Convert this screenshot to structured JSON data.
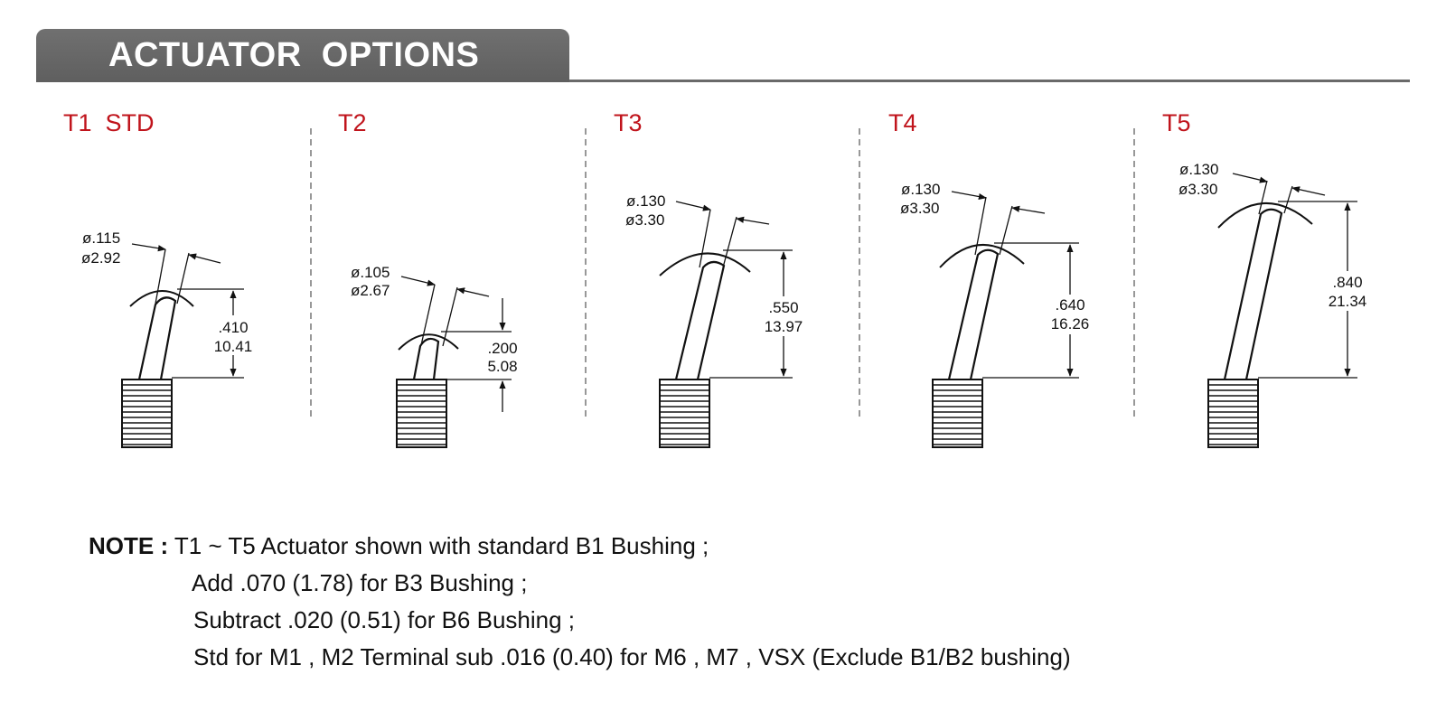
{
  "header": {
    "title": "ACTUATOR  OPTIONS"
  },
  "options": [
    {
      "label": "T1  STD",
      "diameter_in": "ø.115",
      "diameter_mm": "ø2.92",
      "height_in": ".410",
      "height_mm": "10.41"
    },
    {
      "label": "T2",
      "diameter_in": "ø.105",
      "diameter_mm": "ø2.67",
      "height_in": ".200",
      "height_mm": "5.08"
    },
    {
      "label": "T3",
      "diameter_in": "ø.130",
      "diameter_mm": "ø3.30",
      "height_in": ".550",
      "height_mm": "13.97"
    },
    {
      "label": "T4",
      "diameter_in": "ø.130",
      "diameter_mm": "ø3.30",
      "height_in": ".640",
      "height_mm": "16.26"
    },
    {
      "label": "T5",
      "diameter_in": "ø.130",
      "diameter_mm": "ø3.30",
      "height_in": ".840",
      "height_mm": "21.34"
    }
  ],
  "note": {
    "label": "NOTE :",
    "lines": [
      "T1 ~ T5 Actuator shown with standard B1 Bushing ;",
      "Add .070 (1.78) for B3 Bushing ;",
      "Subtract .020 (0.51) for B6 Bushing ;",
      "Std for M1 , M2 Terminal sub .016 (0.40) for M6 , M7 , VSX (Exclude B1/B2 bushing)"
    ]
  },
  "colors": {
    "label_red": "#c0141c",
    "header_gray": "#666666",
    "line": "#111111"
  }
}
